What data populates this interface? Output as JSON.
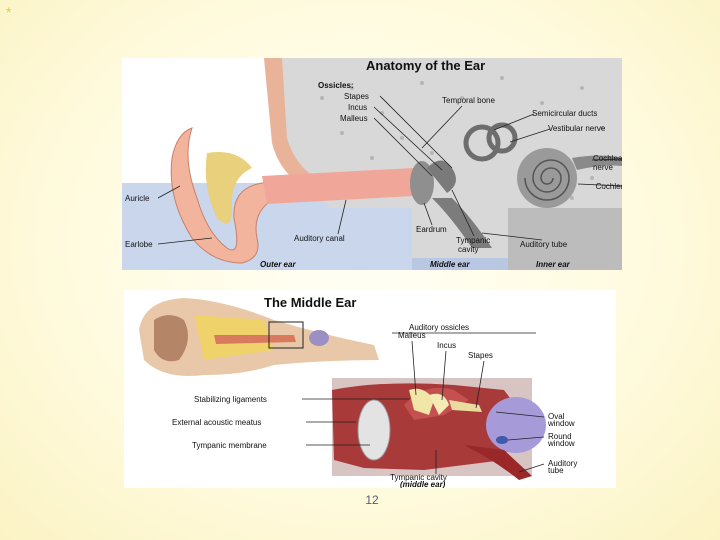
{
  "decor": {
    "bullet_glyph": "*"
  },
  "diagram1": {
    "title": "Anatomy of the Ear",
    "labels": {
      "ossicles": "Ossicles:",
      "stapes": "Stapes",
      "incus": "Incus",
      "malleus": "Malleus",
      "temporal_bone": "Temporal bone",
      "semicircular_ducts": "Semicircular ducts",
      "vestibular_nerve": "Vestibular nerve",
      "cochlear_nerve_1": "Cochlear",
      "cochlear_nerve_2": "nerve",
      "cochlea": "Cochlea",
      "auricle": "Auricle",
      "earlobe": "Earlobe",
      "auditory_canal": "Auditory canal",
      "eardrum": "Eardrum",
      "tympanic_cavity_1": "Tympanic",
      "tympanic_cavity_2": "cavity",
      "auditory_tube": "Auditory tube",
      "outer_ear": "Outer ear",
      "middle_ear": "Middle ear",
      "inner_ear": "Inner ear"
    }
  },
  "diagram2": {
    "title": "The Middle Ear",
    "labels": {
      "auditory_ossicles": "Auditory ossicles",
      "malleus": "Malleus",
      "incus": "Incus",
      "stapes": "Stapes",
      "stabilizing_ligaments": "Stabilizing ligaments",
      "external_acoustic_meatus": "External acoustic meatus",
      "tympanic_membrane": "Tympanic membrane",
      "oval_window_1": "Oval",
      "oval_window_2": "window",
      "round_window_1": "Round",
      "round_window_2": "window",
      "auditory_tube_1": "Auditory",
      "auditory_tube_2": "tube",
      "tympanic_cavity_1": "Tympanic cavity",
      "tympanic_cavity_2": "(middle ear)"
    }
  },
  "footer": {
    "page_number": "12"
  }
}
